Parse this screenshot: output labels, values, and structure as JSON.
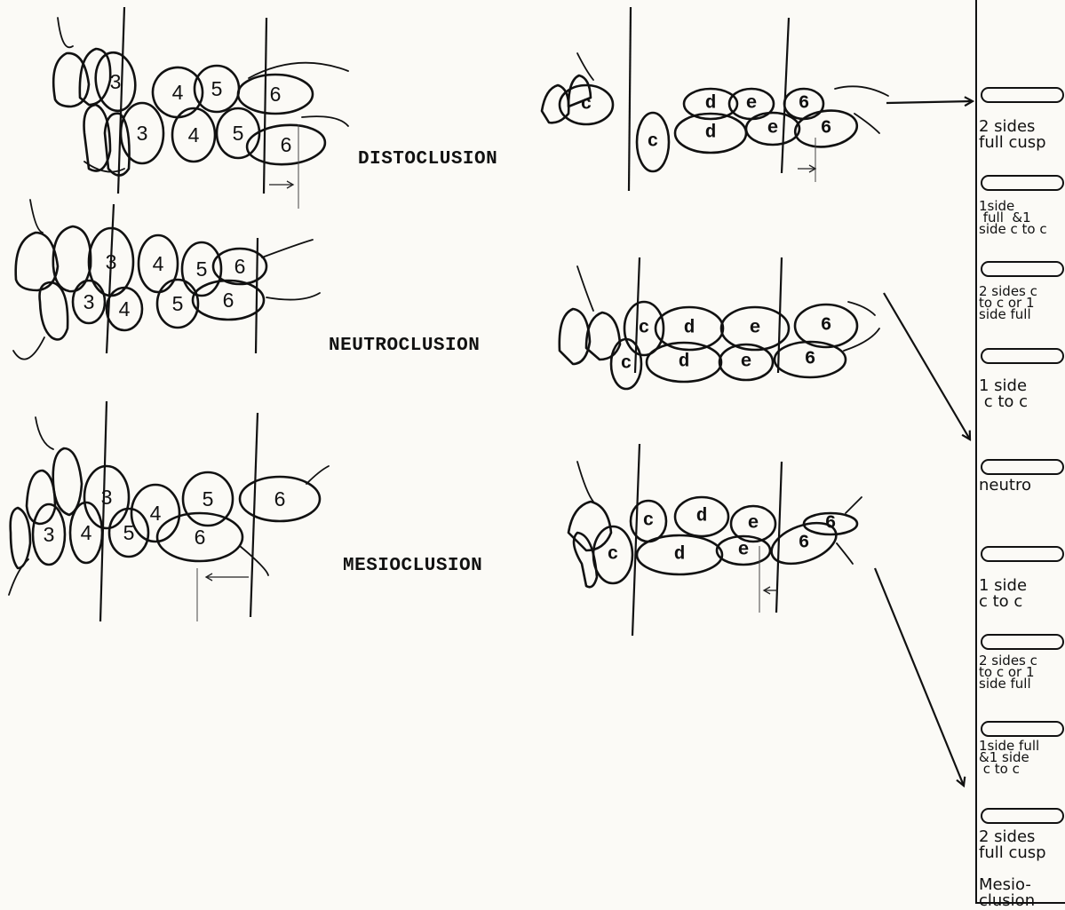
{
  "rows": [
    {
      "label": "DISTOCLUSION"
    },
    {
      "label": "NEUTROCLUSION"
    },
    {
      "label": "MESIOCLUSION"
    }
  ],
  "tooth_labels": {
    "permanent": [
      "3",
      "4",
      "5",
      "6"
    ],
    "deciduous": [
      "c",
      "d",
      "e",
      "6"
    ]
  },
  "scale": {
    "cells": [
      "2 sides\nfull cusp",
      "1side\n full  &1\nside c to c",
      "2 sides c\nto c or 1\nside full",
      "1 side\n c to c",
      "neutro",
      "1 side\nc to c",
      "2 sides c\nto c or 1\nside full",
      "1side full\n&1 side\n c to c",
      "2 sides\nfull cusp",
      "Mesio-\nclusion"
    ]
  }
}
